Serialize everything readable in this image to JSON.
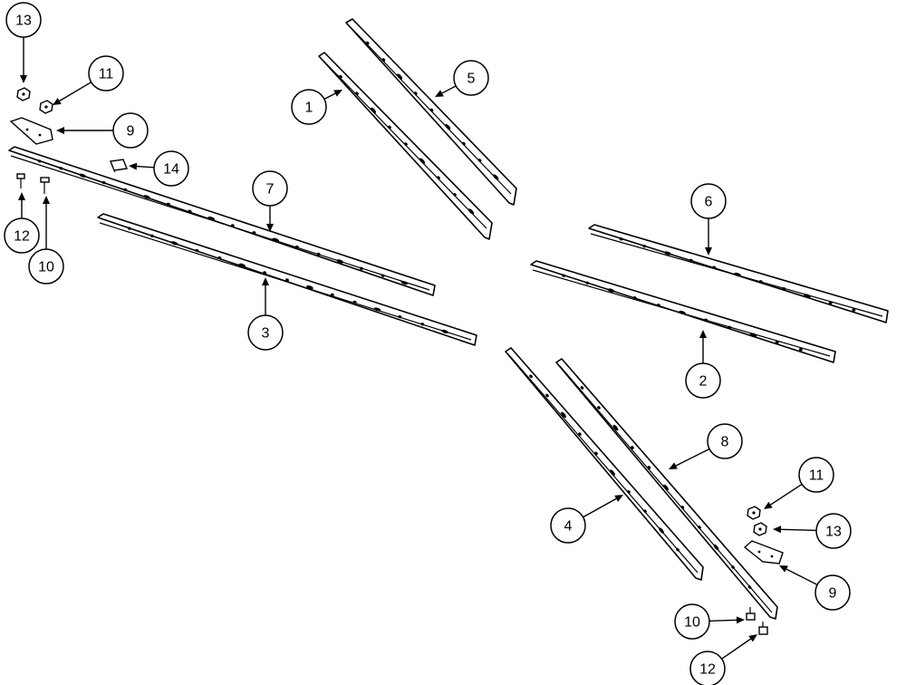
{
  "diagram": {
    "balloons": [
      {
        "id": "b1",
        "label": "1"
      },
      {
        "id": "b5",
        "label": "5"
      },
      {
        "id": "b13a",
        "label": "13"
      },
      {
        "id": "b11a",
        "label": "11"
      },
      {
        "id": "b9a",
        "label": "9"
      },
      {
        "id": "b14",
        "label": "14"
      },
      {
        "id": "b12a",
        "label": "12"
      },
      {
        "id": "b10a",
        "label": "10"
      },
      {
        "id": "b7",
        "label": "7"
      },
      {
        "id": "b3",
        "label": "3"
      },
      {
        "id": "b6",
        "label": "6"
      },
      {
        "id": "b2",
        "label": "2"
      },
      {
        "id": "b8",
        "label": "8"
      },
      {
        "id": "b4",
        "label": "4"
      },
      {
        "id": "b11b",
        "label": "11"
      },
      {
        "id": "b13b",
        "label": "13"
      },
      {
        "id": "b9b",
        "label": "9"
      },
      {
        "id": "b10b",
        "label": "10"
      },
      {
        "id": "b12b",
        "label": "12"
      }
    ]
  }
}
